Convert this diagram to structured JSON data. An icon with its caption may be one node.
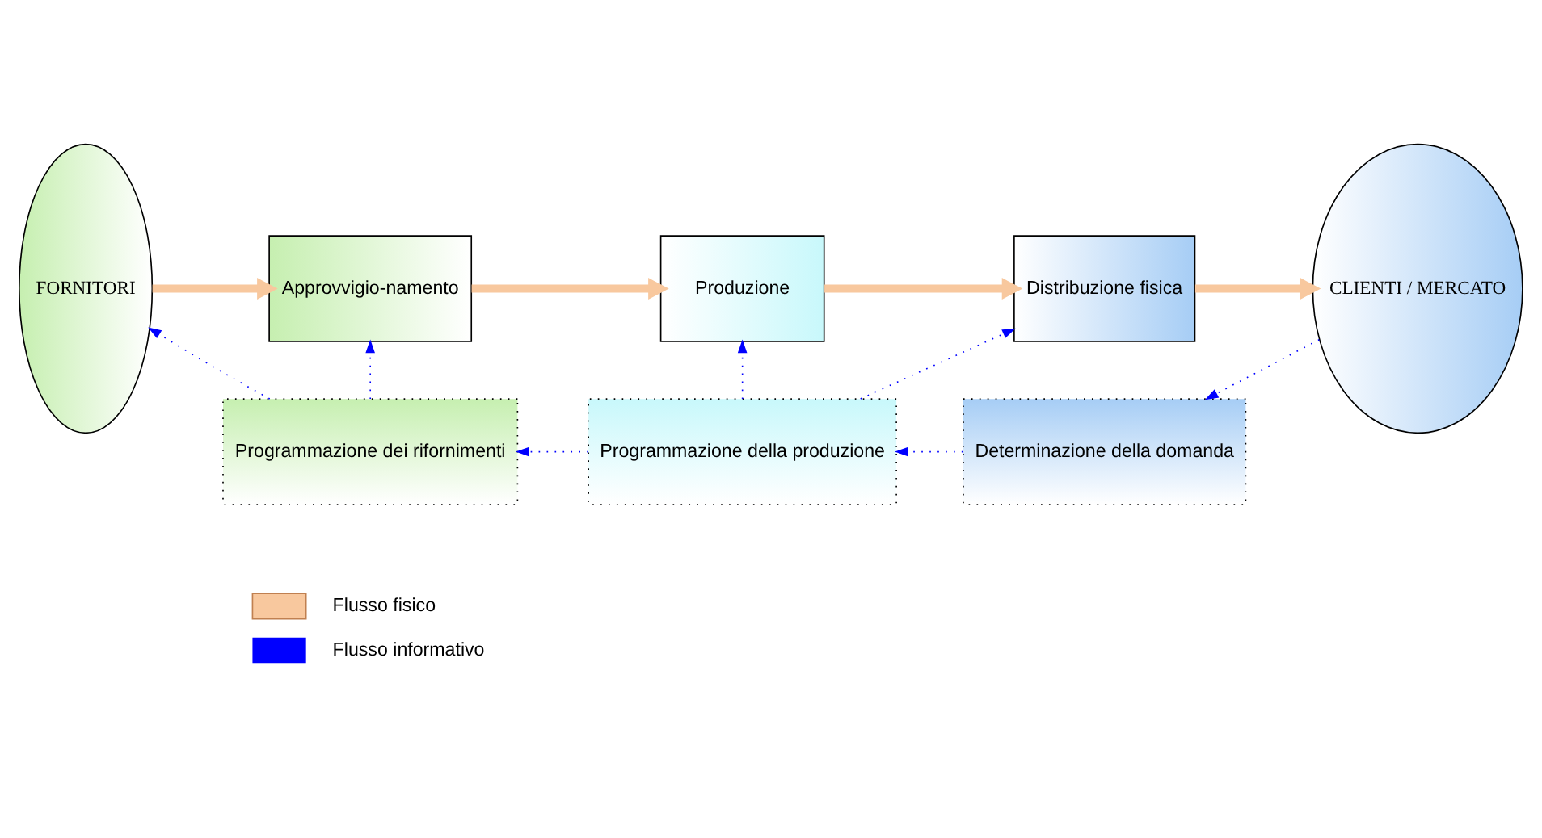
{
  "diagram": {
    "nodes": [
      {
        "text": [
          "FORNITORI"
        ]
      },
      {
        "text": [
          "Programmazione dei rifornimenti"
        ]
      },
      {
        "text": [
          "Programmazione della produzione"
        ]
      },
      {
        "text": [
          "Determinazione della domanda"
        ]
      },
      {
        "text": [
          "CLIENTI / MERCATO"
        ]
      },
      {
        "text": [
          "Approvvigio-namento"
        ]
      },
      {
        "text": [
          "Produzione"
        ]
      },
      {
        "text": [
          "Distribuzione fisica"
        ]
      }
    ],
    "edges": [
      {
        "from": 4,
        "to": 3,
        "arrow": "to",
        "style": "dashed",
        "color": "#0000ff"
      },
      {
        "from": 3,
        "to": 2,
        "arrow": "to",
        "style": "dashed",
        "color": "#0000ff"
      },
      {
        "from": 2,
        "to": 1,
        "arrow": "to",
        "style": "dashed",
        "color": "#0000ff"
      },
      {
        "from": 1,
        "to": 0,
        "arrow": "to",
        "style": "dashed",
        "color": "#0000ff"
      },
      {
        "from": 1,
        "to": 5,
        "arrow": "to",
        "style": "dashed",
        "color": "#0000ff"
      },
      {
        "from": 2,
        "to": 6,
        "arrow": "to",
        "style": "dashed",
        "color": "#0000ff"
      },
      {
        "from": 2,
        "to": 7,
        "arrow": "to",
        "style": "dashed",
        "color": "#0000ff"
      },
      {
        "from": 0,
        "to": 5,
        "arrow": "to",
        "style": "thick",
        "color": "#f8c89e"
      },
      {
        "from": 5,
        "to": 6,
        "arrow": "to",
        "style": "thick",
        "color": "#f8c89e"
      },
      {
        "from": 6,
        "to": 7,
        "arrow": "to",
        "style": "thick",
        "color": "#f8c89e"
      },
      {
        "from": 7,
        "to": 4,
        "arrow": "to",
        "style": "thick",
        "color": "#f8c89e"
      }
    ],
    "legend": [
      {
        "text": "Flusso fisico"
      },
      {
        "text": "Flusso informativo"
      }
    ]
  }
}
